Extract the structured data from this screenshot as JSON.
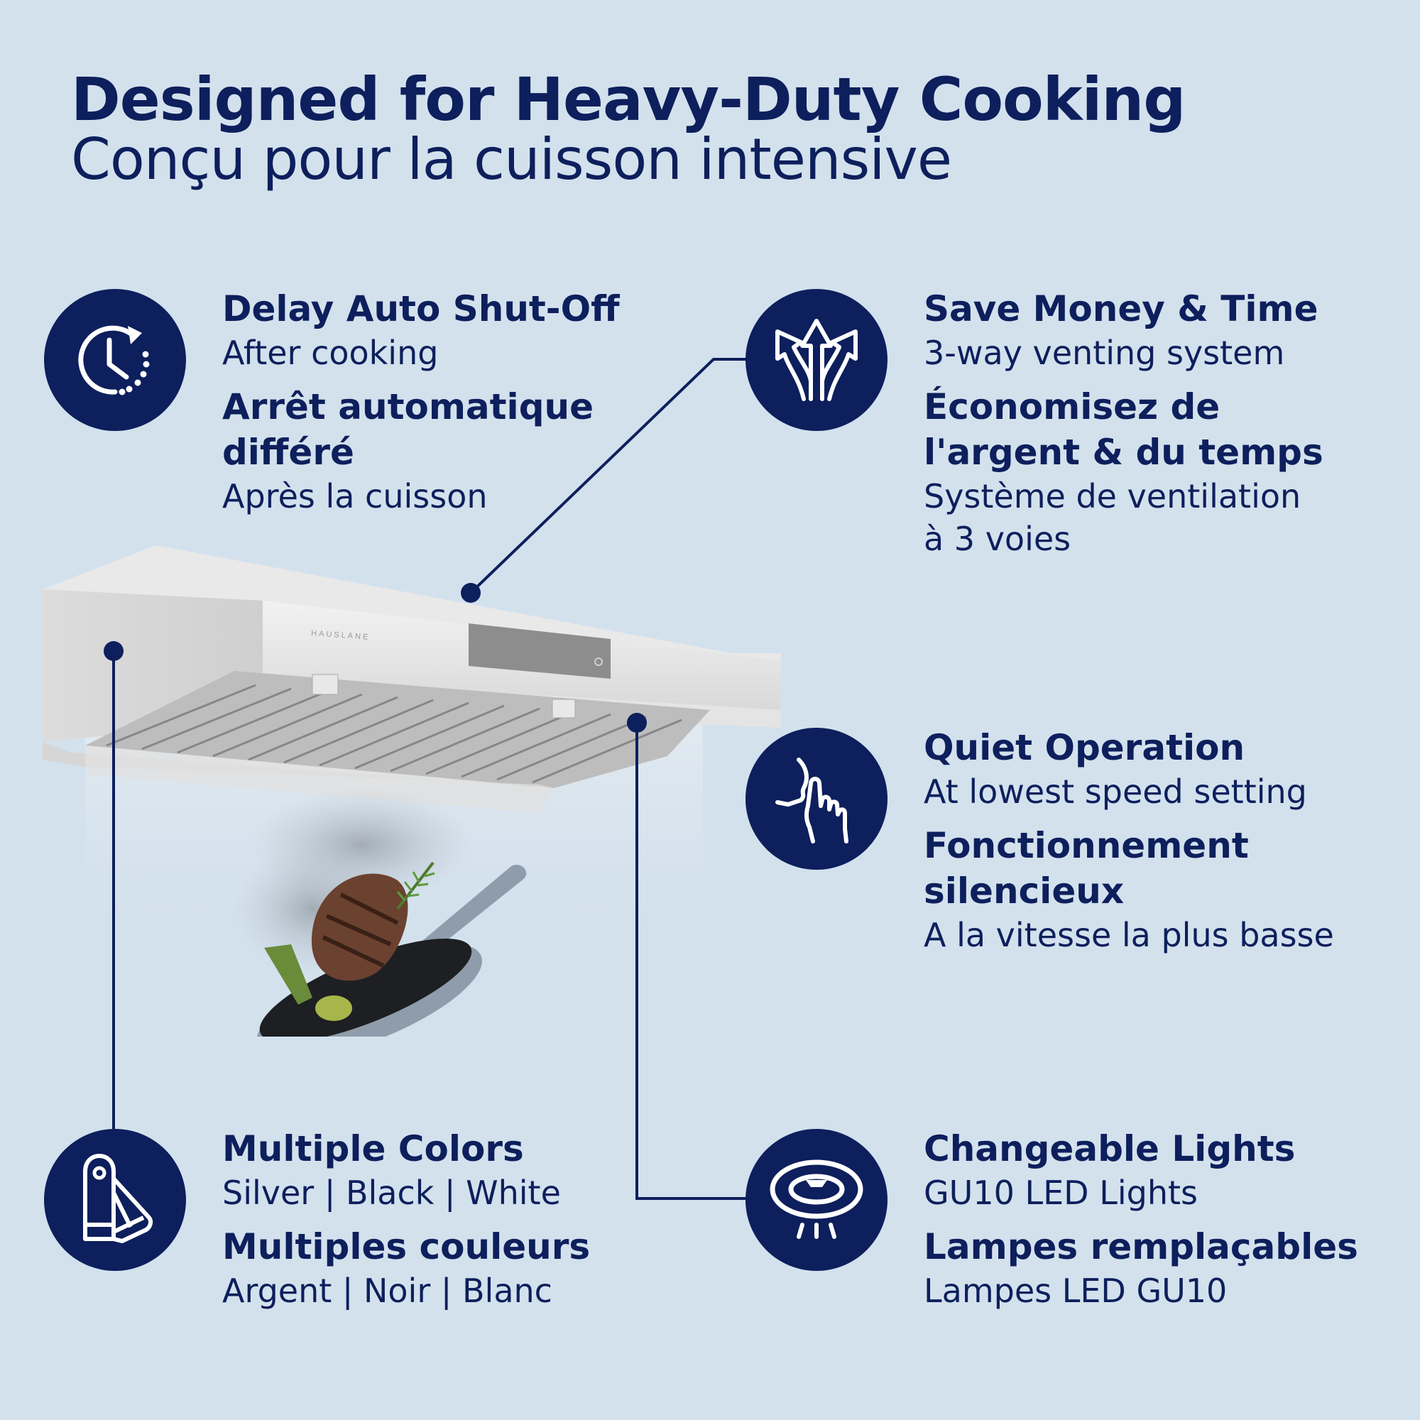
{
  "header": {
    "title_en": "Designed for Heavy-Duty Cooking",
    "title_fr": "Conçu pour la cuisson intensive"
  },
  "product": {
    "brand_label": "HAUSLANE",
    "type": "under-cabinet range hood"
  },
  "colors": {
    "background": "#d3e1ed",
    "accent_navy": "#0d1f5c",
    "icon_fg": "#ffffff"
  },
  "features": [
    {
      "icon": "clock-delay-icon",
      "title_en": "Delay Auto Shut-Off",
      "sub_en": "After cooking",
      "title_fr_1": "Arrêt automatique",
      "title_fr_2": "différé",
      "sub_fr": "Après la cuisson"
    },
    {
      "icon": "three-way-arrows-icon",
      "title_en": "Save Money & Time",
      "sub_en": "3-way venting system",
      "title_fr_1": "Économisez de",
      "title_fr_2": "l'argent & du temps",
      "sub_fr_1": "Système de ventilation",
      "sub_fr_2": "à 3 voies"
    },
    {
      "icon": "quiet-shush-icon",
      "title_en": "Quiet Operation",
      "sub_en": "At lowest speed setting",
      "title_fr_1": "Fonctionnement",
      "title_fr_2": "silencieux",
      "sub_fr": "A la vitesse la plus basse"
    },
    {
      "icon": "color-swatch-icon",
      "title_en": "Multiple Colors",
      "sub_en": "Silver | Black | White",
      "title_fr": "Multiples couleurs",
      "sub_fr": "Argent | Noir | Blanc"
    },
    {
      "icon": "ceiling-light-icon",
      "title_en": "Changeable Lights",
      "sub_en": "GU10 LED Lights",
      "title_fr": "Lampes remplaçables",
      "sub_fr": "Lampes LED GU10"
    }
  ]
}
